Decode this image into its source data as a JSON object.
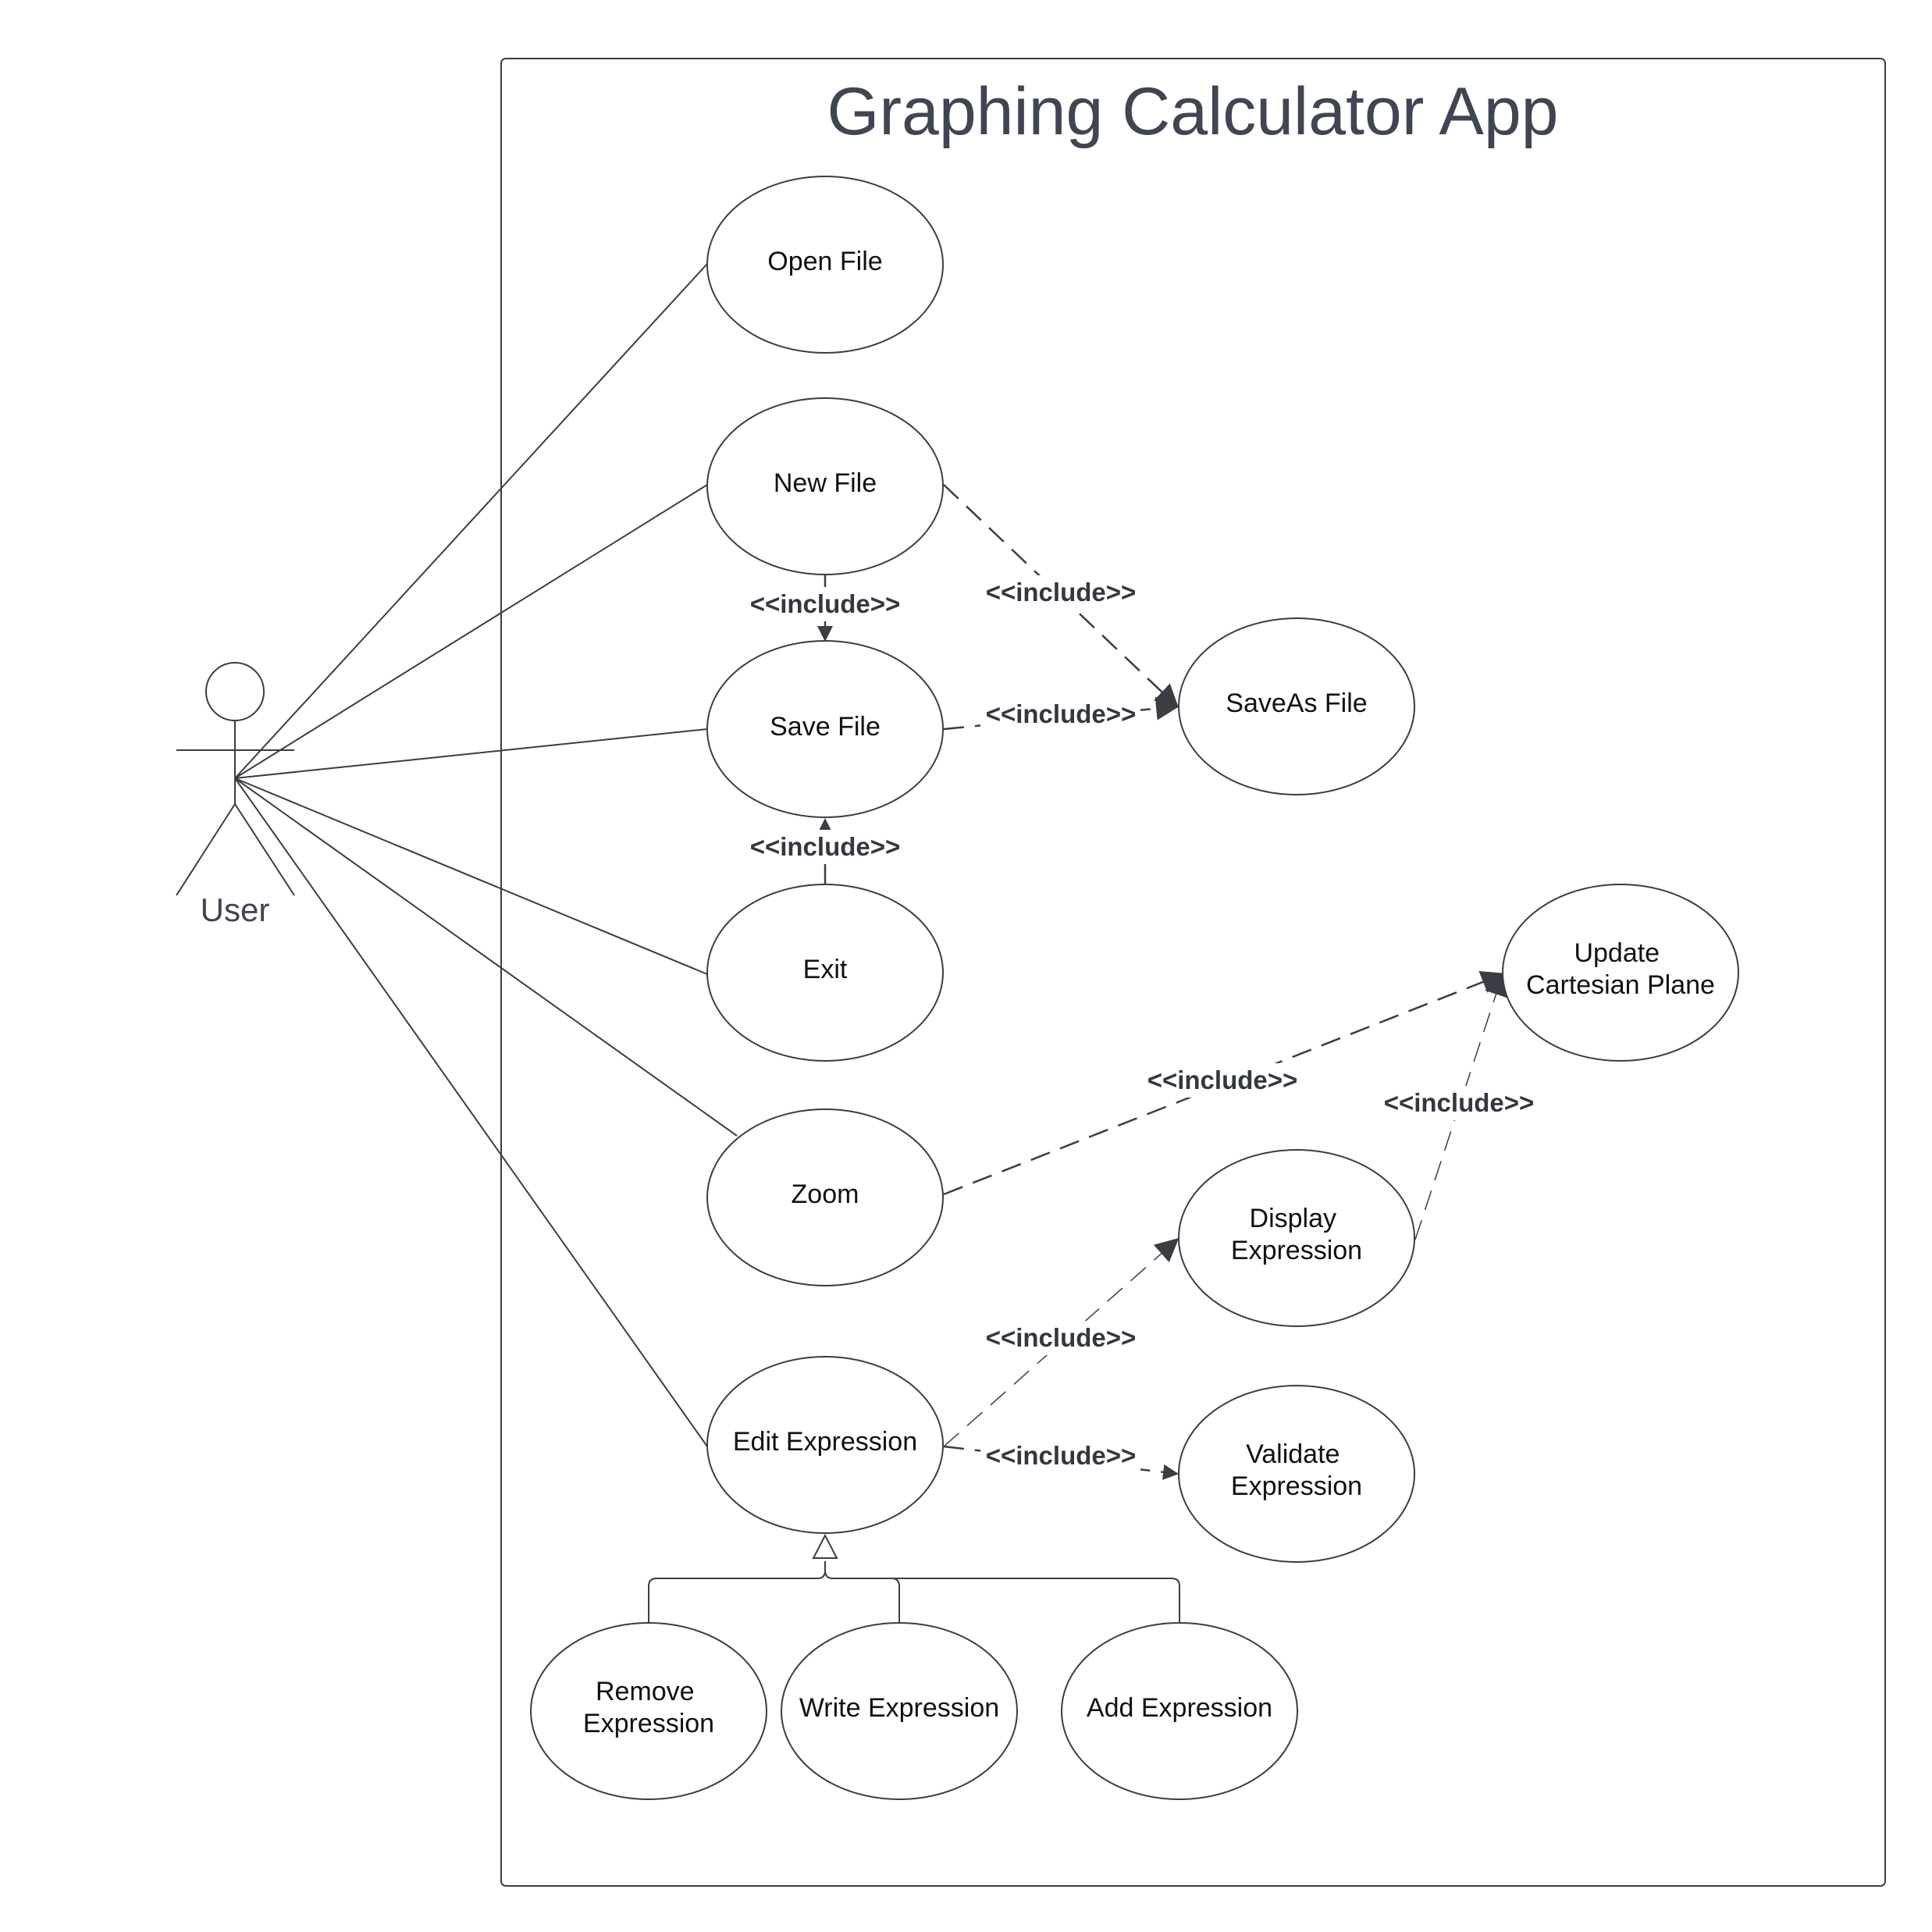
{
  "title": "Graphing Calculator App",
  "actor": {
    "label": "User"
  },
  "use_cases": {
    "open_file": [
      "Open File"
    ],
    "new_file": [
      "New File"
    ],
    "save_file": [
      "Save File"
    ],
    "saveas_file": [
      "SaveAs File"
    ],
    "exit": [
      "Exit"
    ],
    "zoom": [
      "Zoom"
    ],
    "update_cartesian_plane": [
      "Update",
      "Cartesian Plane"
    ],
    "display_expression": [
      "Display",
      "Expression"
    ],
    "edit_expression": [
      "Edit Expression"
    ],
    "validate_expression": [
      "Validate",
      "Expression"
    ],
    "remove_expression": [
      "Remove",
      "Expression"
    ],
    "write_expression": [
      "Write Expression"
    ],
    "add_expression": [
      "Add Expression"
    ]
  },
  "relations": {
    "include_label": "<<include>>"
  },
  "colors": {
    "stroke": "#3a3d44",
    "title": "#3f4552",
    "label": "#111111"
  }
}
